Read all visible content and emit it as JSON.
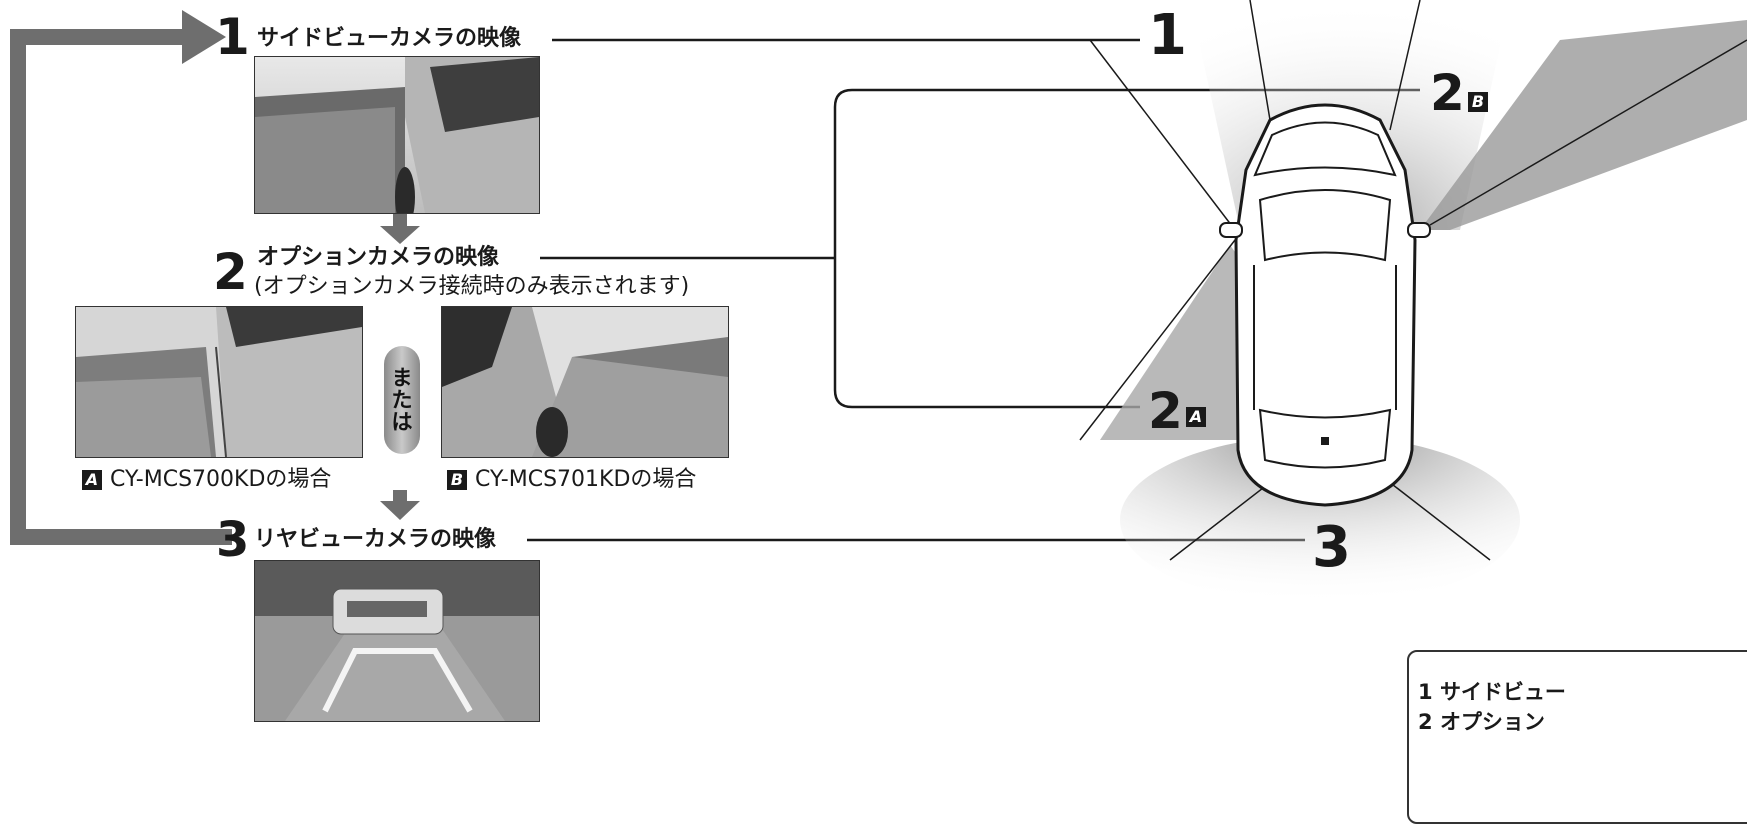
{
  "steps": {
    "step1": {
      "number": "1",
      "label": "サイドビューカメラの映像"
    },
    "step2": {
      "number": "2",
      "label": "オプションカメラの映像",
      "note": "(オプションカメラ接続時のみ表示されます)"
    },
    "step3": {
      "number": "3",
      "label": "リヤビューカメラの映像"
    }
  },
  "options": {
    "a": {
      "badge": "A",
      "caption": "CY-MCS700KDの場合"
    },
    "b": {
      "badge": "B",
      "caption": "CY-MCS701KDの場合"
    },
    "or_text": [
      "ま",
      "た",
      "は"
    ]
  },
  "car_diagram": {
    "zone1": "1",
    "zone2b_num": "2",
    "zone2b_badge": "B",
    "zone2a_num": "2",
    "zone2a_badge": "A",
    "zone3": "3"
  },
  "legend": {
    "line1_num": "1",
    "line1_text": "サイドビュー",
    "line2_num": "2",
    "line2_text": "オプション"
  },
  "colors": {
    "arrow": "#6e6e6e",
    "ink": "#1a1a1a",
    "zone": "#9a9a9a"
  }
}
